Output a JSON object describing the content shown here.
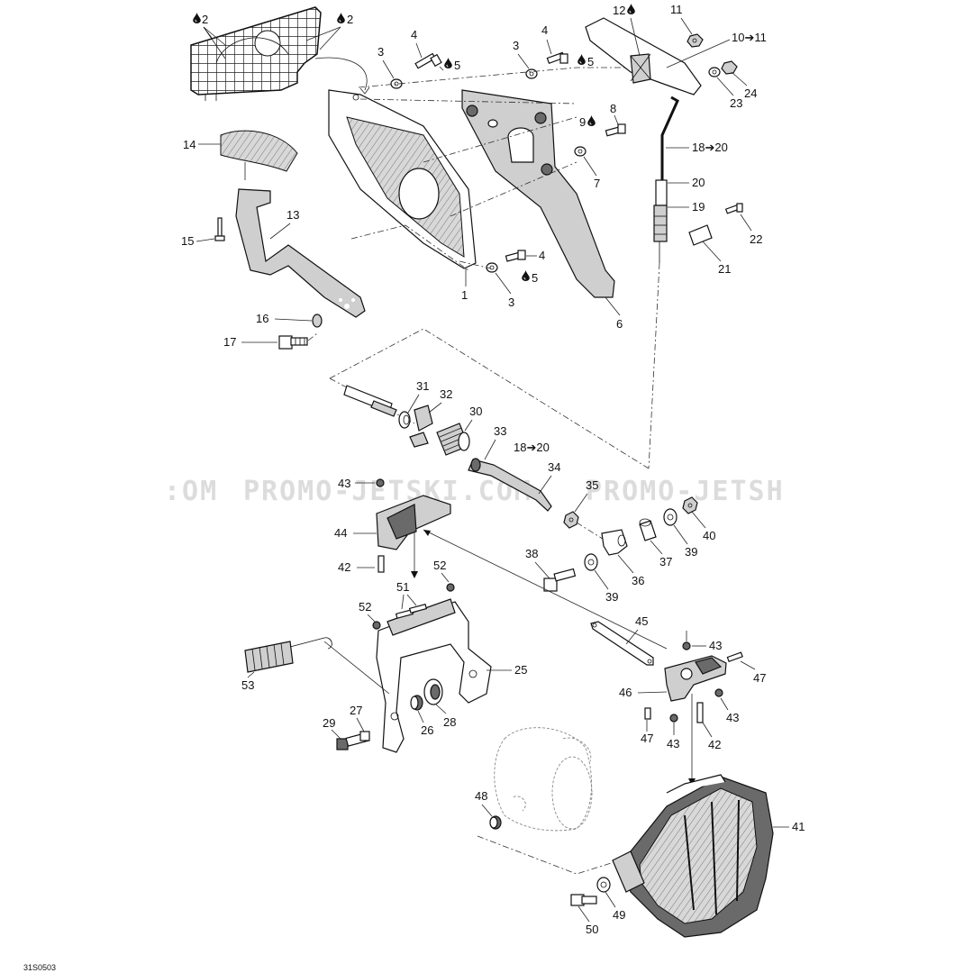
{
  "watermark": "PROMO-JETSKI.COM",
  "drawing_code": "31S0503",
  "callouts": {
    "c1": "1",
    "c2a": "2",
    "c2b": "2",
    "c3a": "3",
    "c3b": "3",
    "c3c": "3",
    "c4a": "4",
    "c4b": "4",
    "c4c": "4",
    "c5a": "5",
    "c5b": "5",
    "c5c": "5",
    "c6": "6",
    "c7": "7",
    "c8": "8",
    "c9": "9",
    "c1011": "10➔11",
    "c11": "11",
    "c12": "12",
    "c13": "13",
    "c14": "14",
    "c15": "15",
    "c16": "16",
    "c17": "17",
    "c1820a": "18➔20",
    "c1820b": "18➔20",
    "c19": "19",
    "c20": "20",
    "c21": "21",
    "c22": "22",
    "c23": "23",
    "c24": "24",
    "c25": "25",
    "c26": "26",
    "c27": "27",
    "c28": "28",
    "c29": "29",
    "c30": "30",
    "c31": "31",
    "c32": "32",
    "c33": "33",
    "c34": "34",
    "c35": "35",
    "c36": "36",
    "c37": "37",
    "c38": "38",
    "c39a": "39",
    "c39b": "39",
    "c40": "40",
    "c41": "41",
    "c42a": "42",
    "c42b": "42",
    "c43a": "43",
    "c43b": "43",
    "c43c": "43",
    "c43d": "43",
    "c44": "44",
    "c45": "45",
    "c46": "46",
    "c47a": "47",
    "c47b": "47",
    "c48": "48",
    "c49": "49",
    "c50": "50",
    "c51": "51",
    "c52a": "52",
    "c52b": "52",
    "c53": "53"
  },
  "icons": {
    "lubricant_drop": "drop-icon"
  }
}
